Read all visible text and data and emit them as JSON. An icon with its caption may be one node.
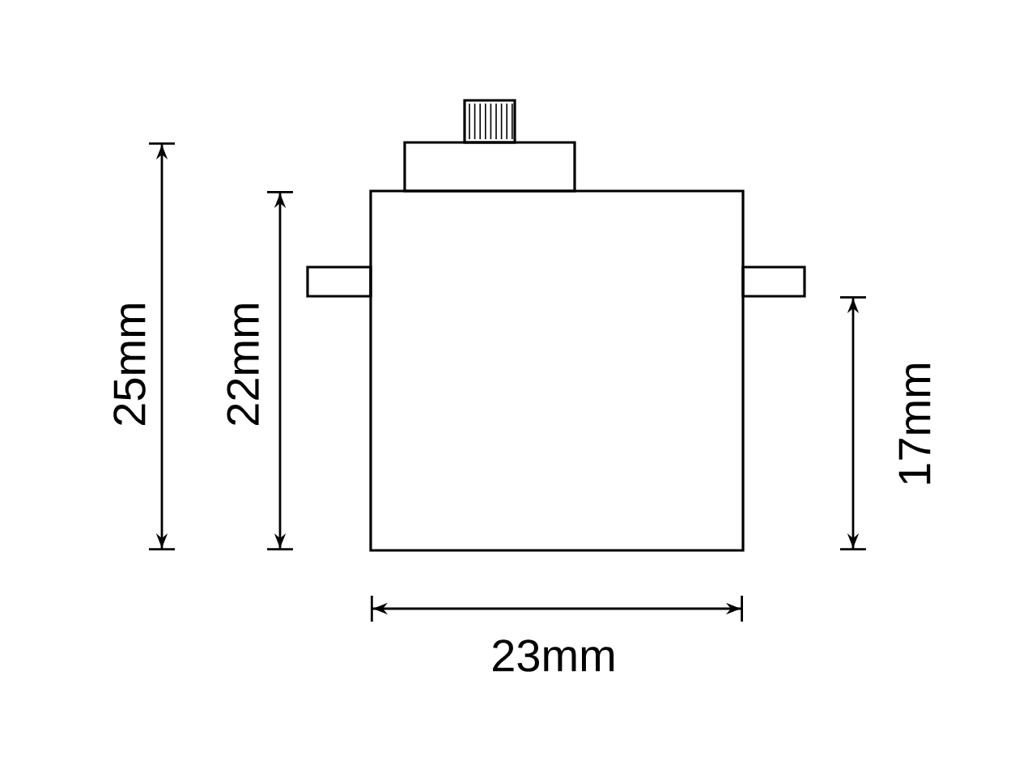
{
  "diagram": {
    "labels": [
      "25mm",
      "22mm",
      "17mm",
      "23mm"
    ]
  }
}
